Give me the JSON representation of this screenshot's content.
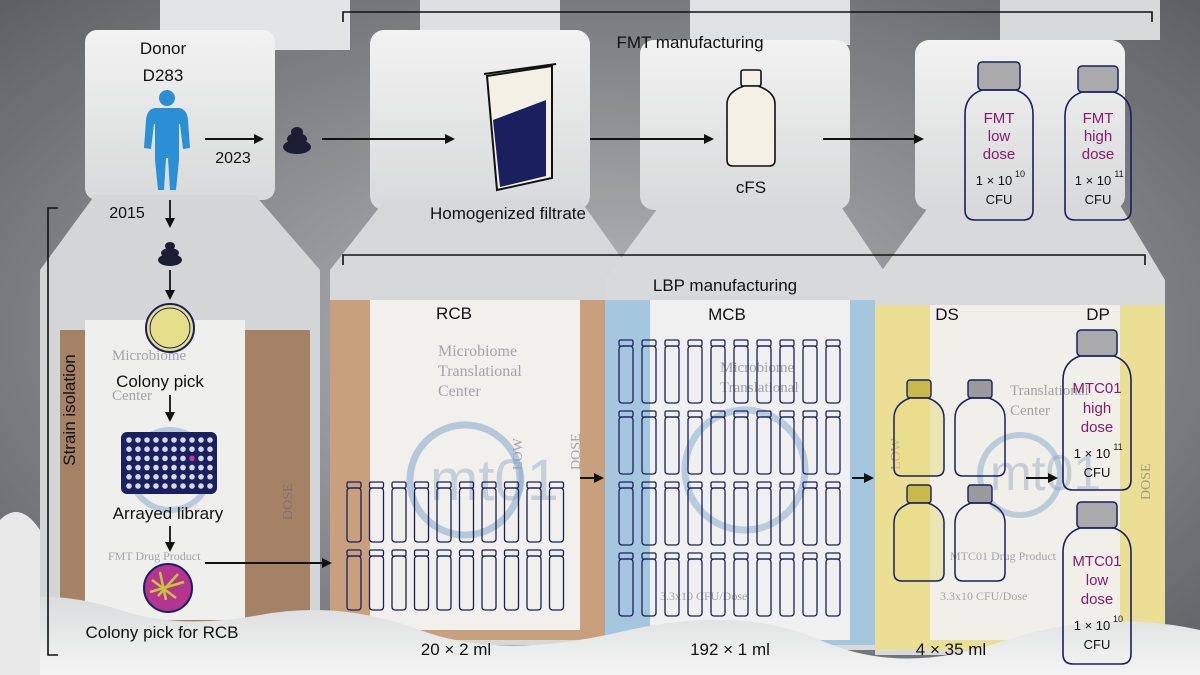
{
  "header": {
    "fmt_title": "FMT manufacturing",
    "lbp_title": "LBP manufacturing"
  },
  "donor": {
    "label": "Donor",
    "id": "D283",
    "year_fmt": "2023",
    "year_strain": "2015"
  },
  "side": {
    "strain_isolation": "Strain isolation"
  },
  "steps": {
    "homogenized": "Homogenized filtrate",
    "cfs": "cFS",
    "colony_pick": "Colony pick",
    "arrayed_library": "Arrayed library",
    "colony_pick_rcb": "Colony pick for RCB"
  },
  "products": {
    "fmt_low": {
      "name": "FMT",
      "dose_line": "low",
      "dose_word": "dose",
      "cfu_base": "1 × 10",
      "cfu_exp": "10",
      "cfu_unit": "CFU"
    },
    "fmt_high": {
      "name": "FMT",
      "dose_line": "high",
      "dose_word": "dose",
      "cfu_base": "1 × 10",
      "cfu_exp": "11",
      "cfu_unit": "CFU"
    },
    "mtc_high": {
      "name": "MTC01",
      "dose_line": "high",
      "dose_word": "dose",
      "cfu_base": "1 × 10",
      "cfu_exp": "11",
      "cfu_unit": "CFU"
    },
    "mtc_low": {
      "name": "MTC01",
      "dose_line": "low",
      "dose_word": "dose",
      "cfu_base": "1 × 10",
      "cfu_exp": "10",
      "cfu_unit": "CFU"
    }
  },
  "lbp": {
    "rcb": "RCB",
    "mcb": "MCB",
    "ds": "DS",
    "dp": "DP",
    "rcb_qty": "20 × 2 ml",
    "mcb_qty": "192 × 1 ml",
    "ds_qty": "4 × 35 ml"
  },
  "background": {
    "label_line1": "Microbiome",
    "label_line2": "Translational",
    "label_line3": "Center",
    "product_text": "FMT Drug Product",
    "mtc_text": "MTC01 Drug Product",
    "dose_side": "DOSE",
    "low_side": "LOW",
    "logo_text": "mt01",
    "cfu_text": "3.3x10 CFU/Dose"
  },
  "colors": {
    "ink": "#111111",
    "navy": "#1a1f5e",
    "magenta": "#8b1a6b",
    "vial_fill": "#f3f0e6"
  }
}
